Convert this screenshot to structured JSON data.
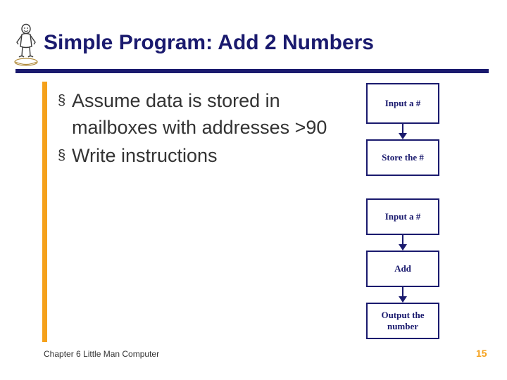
{
  "slide": {
    "title": "Simple Program:  Add 2 Numbers",
    "logo_icon": "little-man-figure-icon",
    "accent_color": "#f5a11b",
    "heading_color": "#1a1a6e",
    "bullets": [
      {
        "marker": "§",
        "text": "Assume data is stored in mailboxes with addresses >90"
      },
      {
        "marker": "§",
        "text": "Write instructions"
      }
    ],
    "flow": {
      "steps": [
        {
          "label": "Input a #"
        },
        {
          "label": "Store the #"
        },
        {
          "label": "Input a #"
        },
        {
          "label": "Add"
        },
        {
          "label": "Output the number"
        }
      ]
    },
    "footer": {
      "left": "Chapter 6 Little Man Computer",
      "page_number": "15"
    }
  }
}
